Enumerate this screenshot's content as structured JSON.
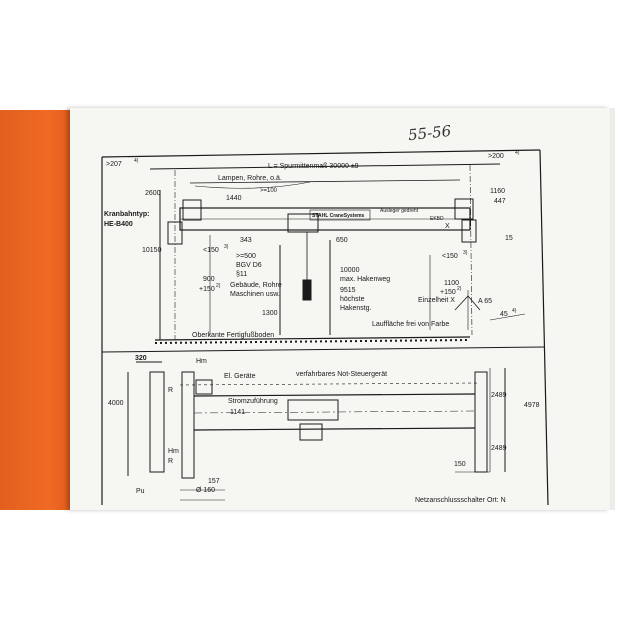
{
  "sheet_number": "55-56",
  "top_view": {
    "span_label": "L = Spurmittenmaß   30000  ±9",
    "dim_left_over": ">207",
    "dim_left_over_note": "4)",
    "dim_right_over": ">200",
    "dim_right_over_note": "4)",
    "obstacles": "Lampen, Rohre, o.ä.",
    "dim_100": ">=100",
    "dim_1440": "1440",
    "dim_2600": "2600",
    "dim_1160": "1160",
    "dim_447": "447",
    "runway_type_title": "Kranbahntyp:",
    "runway_type": "HE-B400",
    "brand": "STAHL CraneSystems",
    "boom_note": "Ausleger gedreht",
    "ekbd": "EKBD",
    "dim_343": "343",
    "dim_650": "650",
    "dim_15": "15",
    "dim_x": "X",
    "dim_150_left": "<150",
    "dim_150_left_note": "3)",
    "dim_150_right": "<150",
    "dim_150_right_note": "3)",
    "dim_10150": "10150",
    "dim_500": ">=500",
    "bgv": "BGV D6",
    "section": "§11",
    "dim_900": "900",
    "dim_150_plus_left": "+150",
    "dim_150_plus_left_note": "2)",
    "building": "Gebäude, Rohre",
    "machines": "Maschinen usw.",
    "dim_10000": "10000",
    "max_hook": "max. Hakenweg",
    "dim_9515": "9515",
    "highest_hook": "höchste",
    "hook_pos": "Hakenstg.",
    "dim_1100": "1100",
    "dim_150_plus_right": "+150",
    "dim_150_plus_right_note": "2)",
    "detail": "Einzelheit X",
    "dim_a65": "A 65",
    "dim_45": "45",
    "dim_45_note": "4)",
    "dim_1300": "1300",
    "running_surface": "Lauffläche frei von Farbe",
    "floor": "Oberkante Fertigfußboden"
  },
  "plan_view": {
    "dim_320": "320",
    "dim_4000": "4000",
    "hm_top": "Hm",
    "hm_bottom": "Hm",
    "r_top": "R",
    "r_bottom": "R",
    "pu": "Pu",
    "el_devices": "El. Geräte",
    "power_supply": "Stromzuführung",
    "emergency_control": "verfahrbares Not-Steuergerät",
    "dim_1141": "1141",
    "dim_2489_top": "2489",
    "dim_2489_bottom": "2489",
    "dim_4978": "4978",
    "dim_157": "157",
    "dim_160": "Ø 160",
    "dim_150": "150",
    "main_switch": "Netzanschlussschalter Ort: N"
  }
}
